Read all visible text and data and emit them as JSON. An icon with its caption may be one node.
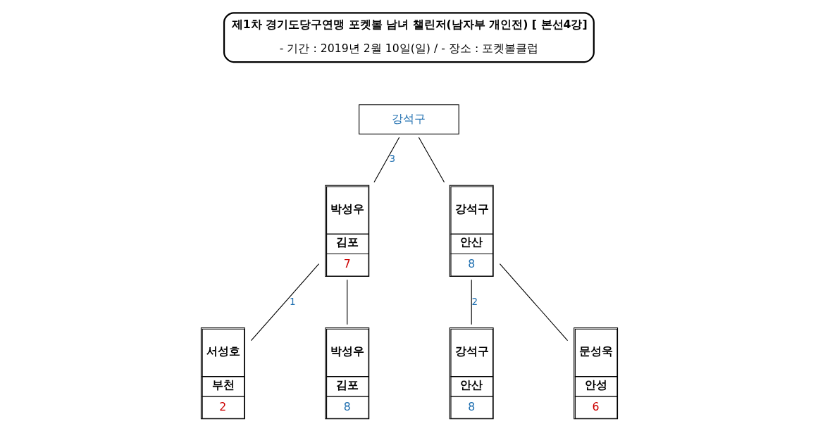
{
  "diagram": {
    "nodes": [
      {
        "text": [
          "제1차 경기도당구연맹 포켓볼 남녀 챌린저(남자부 개인전) [ 본선4강]",
          "- 기간 : 2019년 2월 10일(일) / - 장소 : 포켓볼클럽"
        ]
      },
      {
        "text": [
          "강석구"
        ]
      },
      {
        "text": [
          "박성우",
          "김포",
          "7"
        ]
      },
      {
        "text": [
          "강석구",
          "안산",
          "8"
        ]
      },
      {
        "text": [
          "서성호",
          "부천",
          "2"
        ]
      },
      {
        "text": [
          "박성우",
          "김포",
          "8"
        ]
      },
      {
        "text": [
          "강석구",
          "안산",
          "8"
        ]
      },
      {
        "text": [
          "문성욱",
          "안성",
          "6"
        ]
      }
    ],
    "edges": [
      {
        "from": 2,
        "to": 1,
        "arrow": "none",
        "label": "3"
      },
      {
        "from": 3,
        "to": 1,
        "arrow": "none"
      },
      {
        "from": 4,
        "to": 2,
        "arrow": "none",
        "label": "1"
      },
      {
        "from": 5,
        "to": 2,
        "arrow": "none"
      },
      {
        "from": 6,
        "to": 3,
        "arrow": "none",
        "label": "2"
      },
      {
        "from": 7,
        "to": 3,
        "arrow": "none"
      }
    ]
  }
}
